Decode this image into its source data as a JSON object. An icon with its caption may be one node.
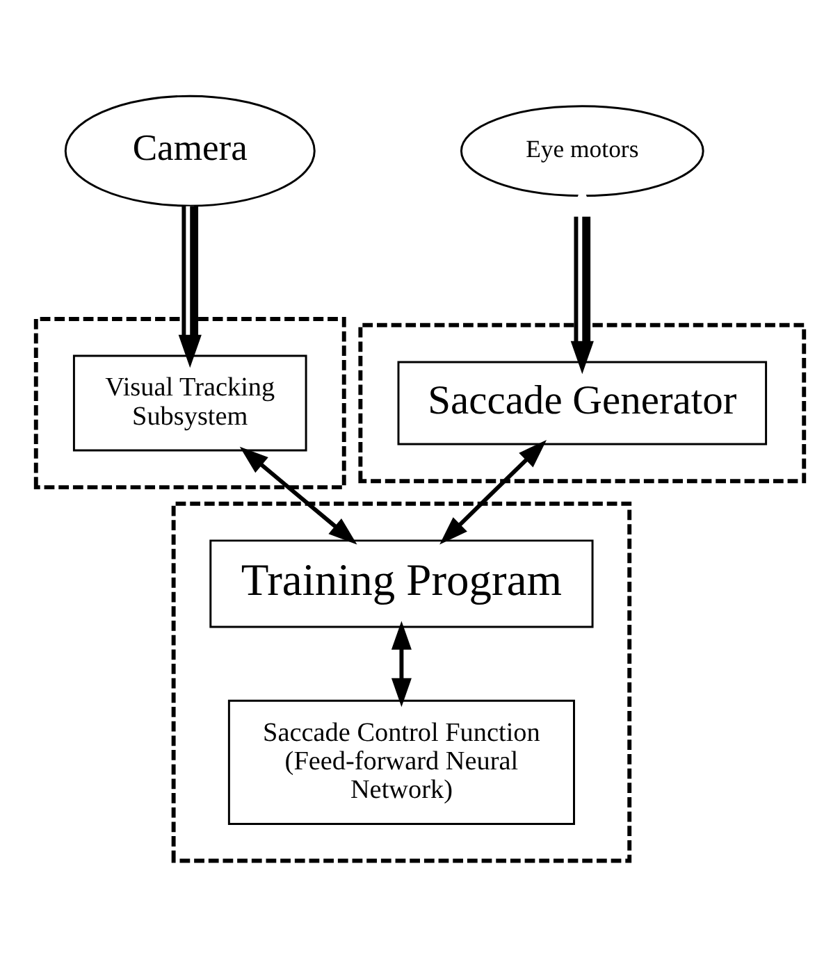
{
  "diagram": {
    "nodes": [
      {
        "text": [
          "Camera"
        ]
      },
      {
        "text": [
          "Eye motors"
        ]
      },
      {
        "text": [],
        "shape": "box"
      },
      {
        "text": [
          "Visual Tracking Subsystem"
        ],
        "in": 2
      },
      {
        "text": [],
        "shape": "box"
      },
      {
        "text": [
          "Saccade Generator"
        ],
        "in": 4
      },
      {
        "text": [],
        "shape": "box"
      },
      {
        "text": [
          "Training Program"
        ],
        "in": 6
      },
      {
        "text": [
          "Saccade Control Function (Feed-forward Neural Network)"
        ],
        "in": 6
      }
    ],
    "edges": [
      {
        "from": 0,
        "to": 3,
        "arrow": "to",
        "style": "thick"
      },
      {
        "from": 1,
        "to": 5,
        "arrow": "both",
        "style": "thick"
      },
      {
        "from": 3,
        "to": 7,
        "arrow": "both"
      },
      {
        "from": 5,
        "to": 7,
        "arrow": "both"
      },
      {
        "from": 7,
        "to": 8,
        "arrow": "both"
      }
    ]
  }
}
